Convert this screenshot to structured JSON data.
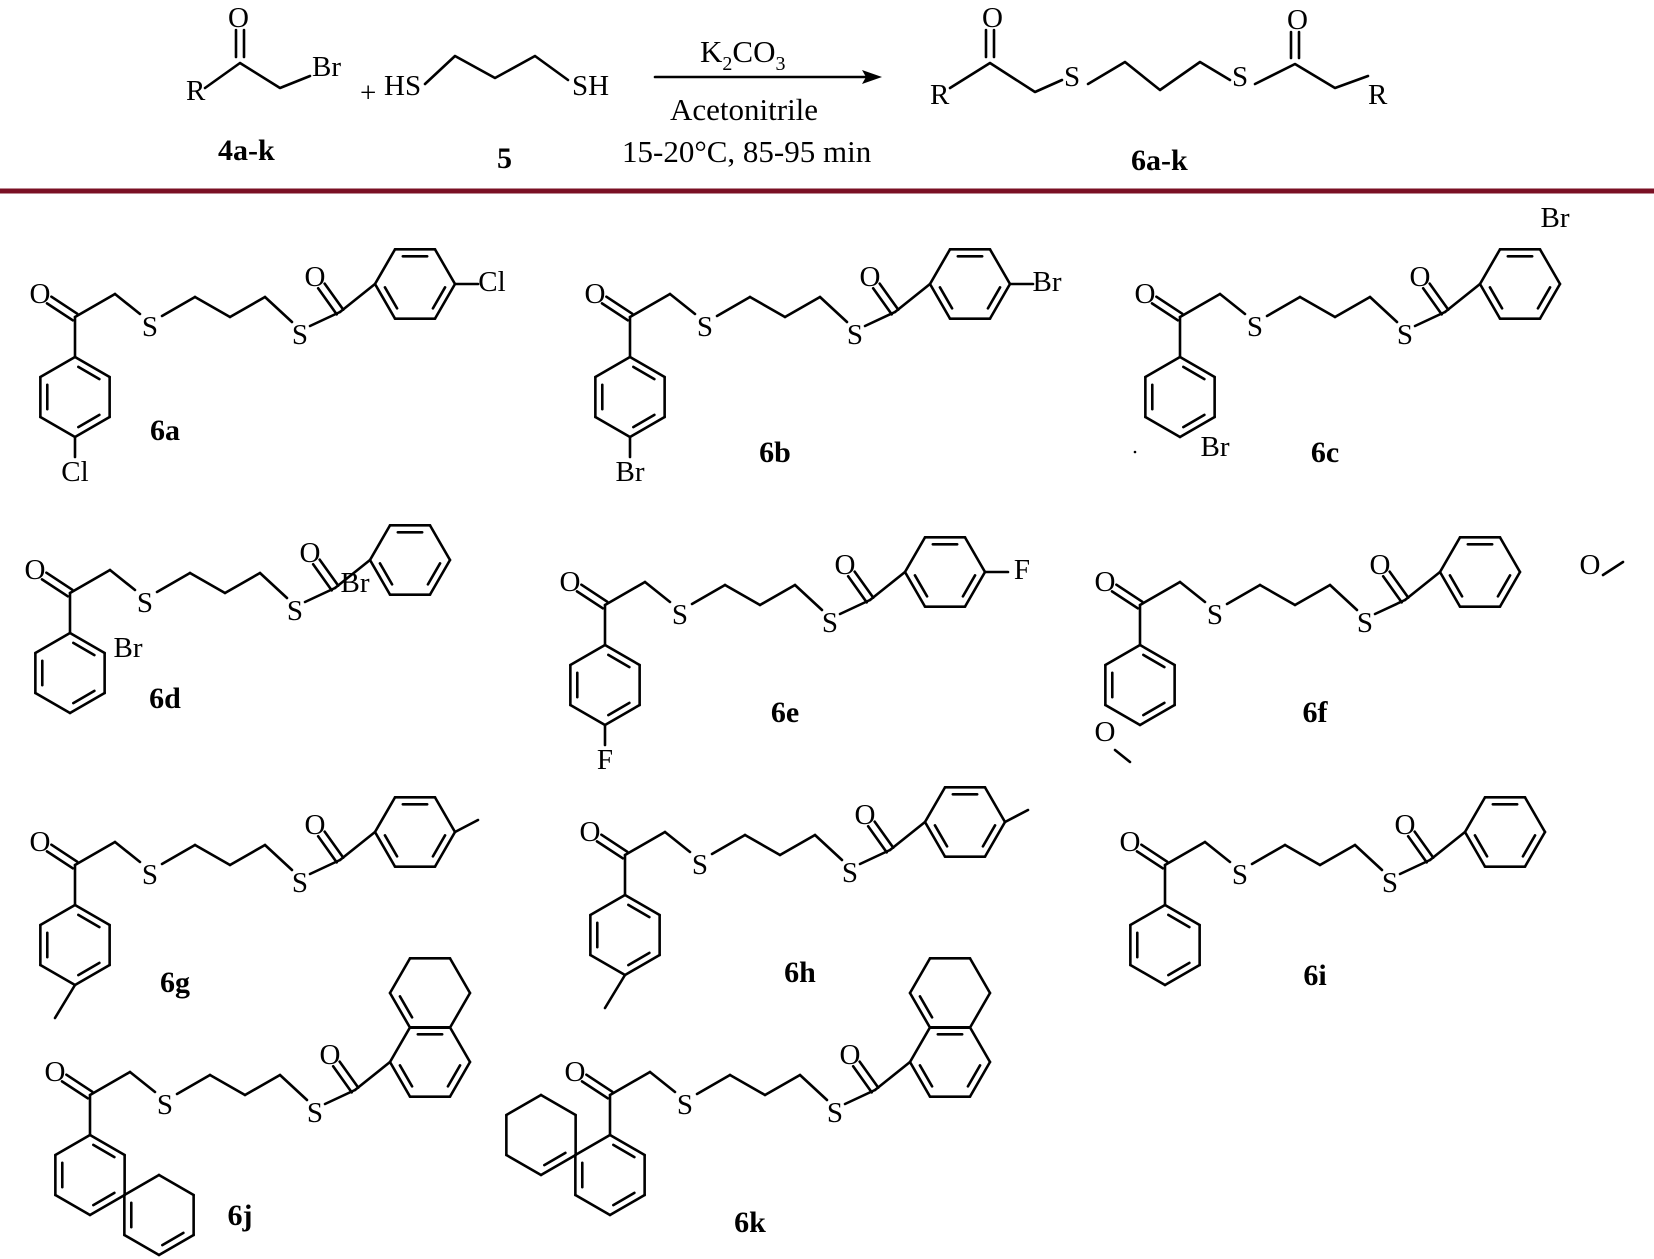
{
  "reaction": {
    "reactant1": {
      "label": "4a-k",
      "atoms": {
        "O": "O",
        "R": "R",
        "Br": "Br"
      }
    },
    "plus": "+",
    "reactant2": {
      "label": "5",
      "hs": "HS",
      "sh": "SH"
    },
    "reagent": {
      "k": "K",
      "sub2": "2",
      "co": "CO",
      "sub3": "3"
    },
    "solvent": "Acetonitrile",
    "conditions": "15-20°C, 85-95 min",
    "product": {
      "label": "6a-k",
      "O": "O",
      "S": "S",
      "R": "R"
    }
  },
  "divider_color": "#7a1024",
  "compounds": [
    {
      "label": "6a",
      "substituent": "Cl"
    },
    {
      "label": "6b",
      "substituent": "Br"
    },
    {
      "label": "6c",
      "substituent": "Br"
    },
    {
      "label": "6d",
      "substituent": "Br"
    },
    {
      "label": "6e",
      "substituent": "F"
    },
    {
      "label": "6f",
      "substituent": "O"
    },
    {
      "label": "6g",
      "substituent": ""
    },
    {
      "label": "6h",
      "substituent": ""
    },
    {
      "label": "6i",
      "substituent": ""
    },
    {
      "label": "6j",
      "substituent": ""
    },
    {
      "label": "6k",
      "substituent": ""
    }
  ],
  "atom_symbols": {
    "O": "O",
    "S": "S"
  }
}
